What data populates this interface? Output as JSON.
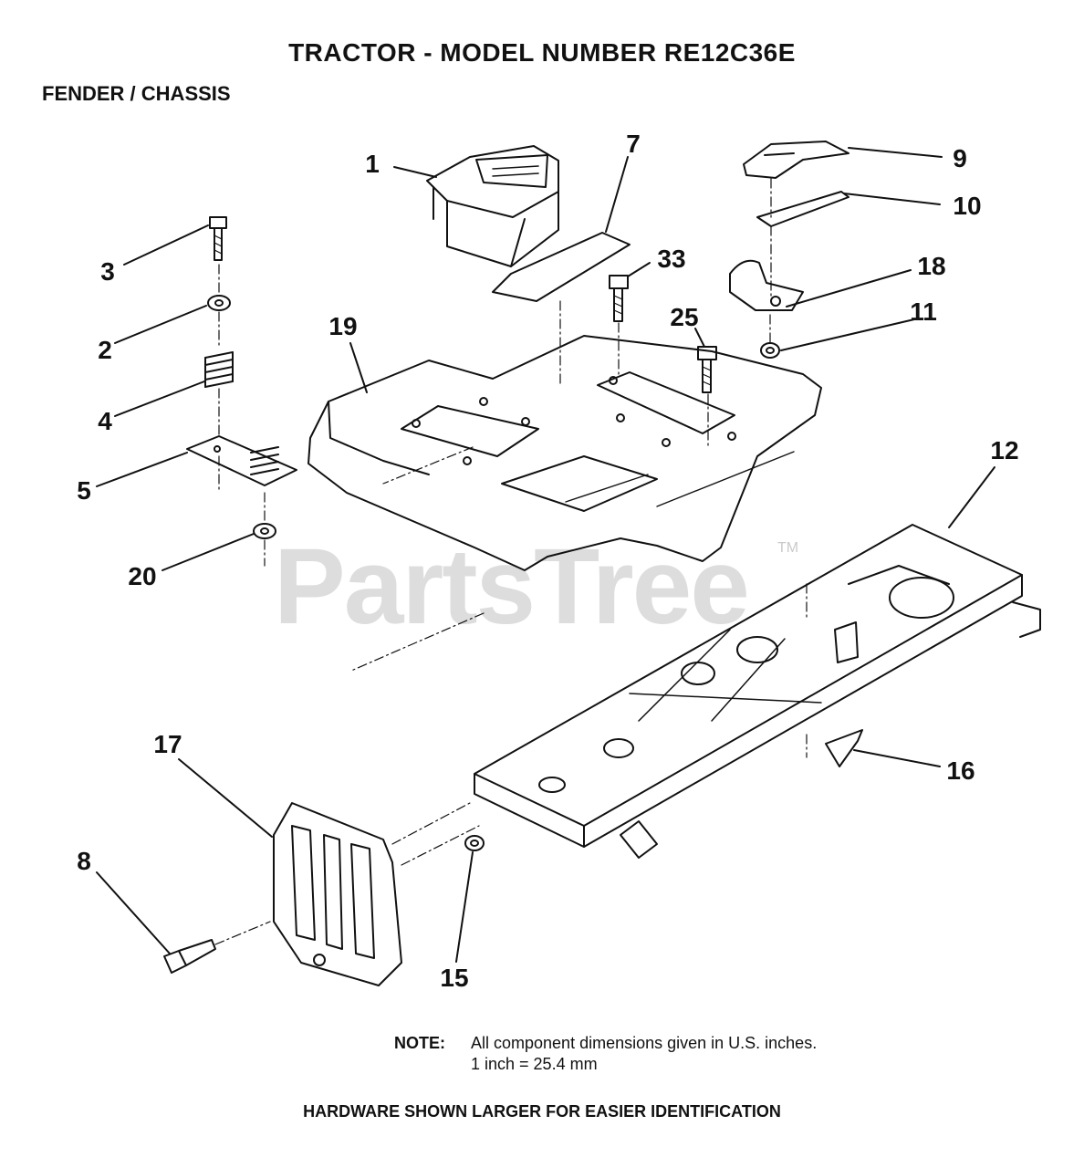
{
  "header": {
    "title": "TRACTOR  - MODEL NUMBER RE12C36E",
    "section": "FENDER / CHASSIS"
  },
  "callouts": [
    "1",
    "7",
    "9",
    "10",
    "33",
    "18",
    "3",
    "25",
    "11",
    "19",
    "2",
    "4",
    "12",
    "5",
    "20",
    "17",
    "16",
    "8",
    "15"
  ],
  "watermark": {
    "text": "PartsTree",
    "tm": "TM"
  },
  "note": {
    "label": "NOTE:",
    "line1": "All component dimensions given in U.S. inches.",
    "line2": "1 inch = 25.4 mm"
  },
  "footer": "HARDWARE SHOWN LARGER FOR EASIER IDENTIFICATION"
}
